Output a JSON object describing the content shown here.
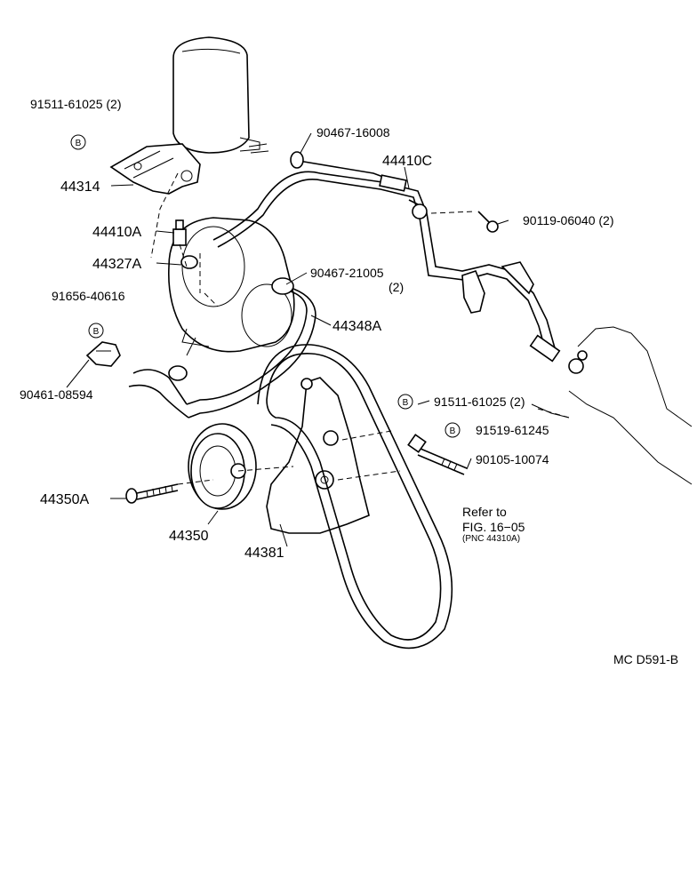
{
  "labels": {
    "p91511_top": "91511-61025 (2)",
    "p44314": "44314",
    "p90467_16008": "90467-16008",
    "p44410c": "44410C",
    "p44410a": "44410A",
    "p90119": "90119-06040 (2)",
    "p44327a": "44327A",
    "p90467_21005": "90467-21005",
    "p90467_21005_qty": "(2)",
    "p91656": "91656-40616",
    "p44348a": "44348A",
    "p90461": "90461-08594",
    "p91511_mid": "91511-61025 (2)",
    "p91519": "91519-61245",
    "p90105": "90105-10074",
    "p44350a": "44350A",
    "p44350": "44350",
    "p44381": "44381",
    "refer_line1": "Refer to",
    "refer_line2": "FIG. 16−05",
    "refer_line3": "(PNC 44310A)",
    "diagram_code": "MC D591-B"
  },
  "marker": "B"
}
